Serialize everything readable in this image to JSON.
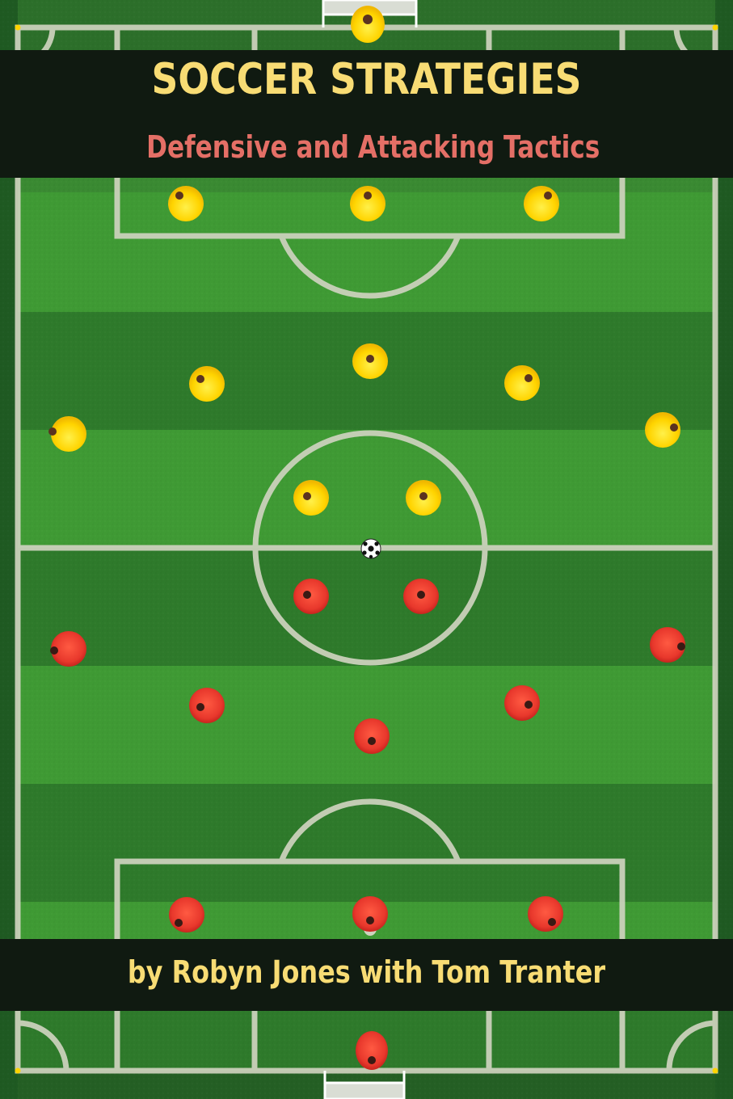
{
  "cover": {
    "title": "SOCCER STRATEGIES",
    "subtitle": "Defensive and Attacking Tactics",
    "byline": "by Robyn Jones with Tom Tranter"
  },
  "colors": {
    "banner_bg": "#101a11",
    "title": "#f8dc74",
    "subtitle": "#e46f66",
    "byline": "#f8dc74",
    "grass_light": "#3f9a34",
    "grass_dark": "#2d7a2a",
    "lines": "#cfd3bf",
    "team_yellow": "#ffd400",
    "team_red": "#e8382c"
  },
  "field": {
    "yellow_team_players": 11,
    "red_team_players": 11,
    "ball": "soccer-ball-center"
  }
}
